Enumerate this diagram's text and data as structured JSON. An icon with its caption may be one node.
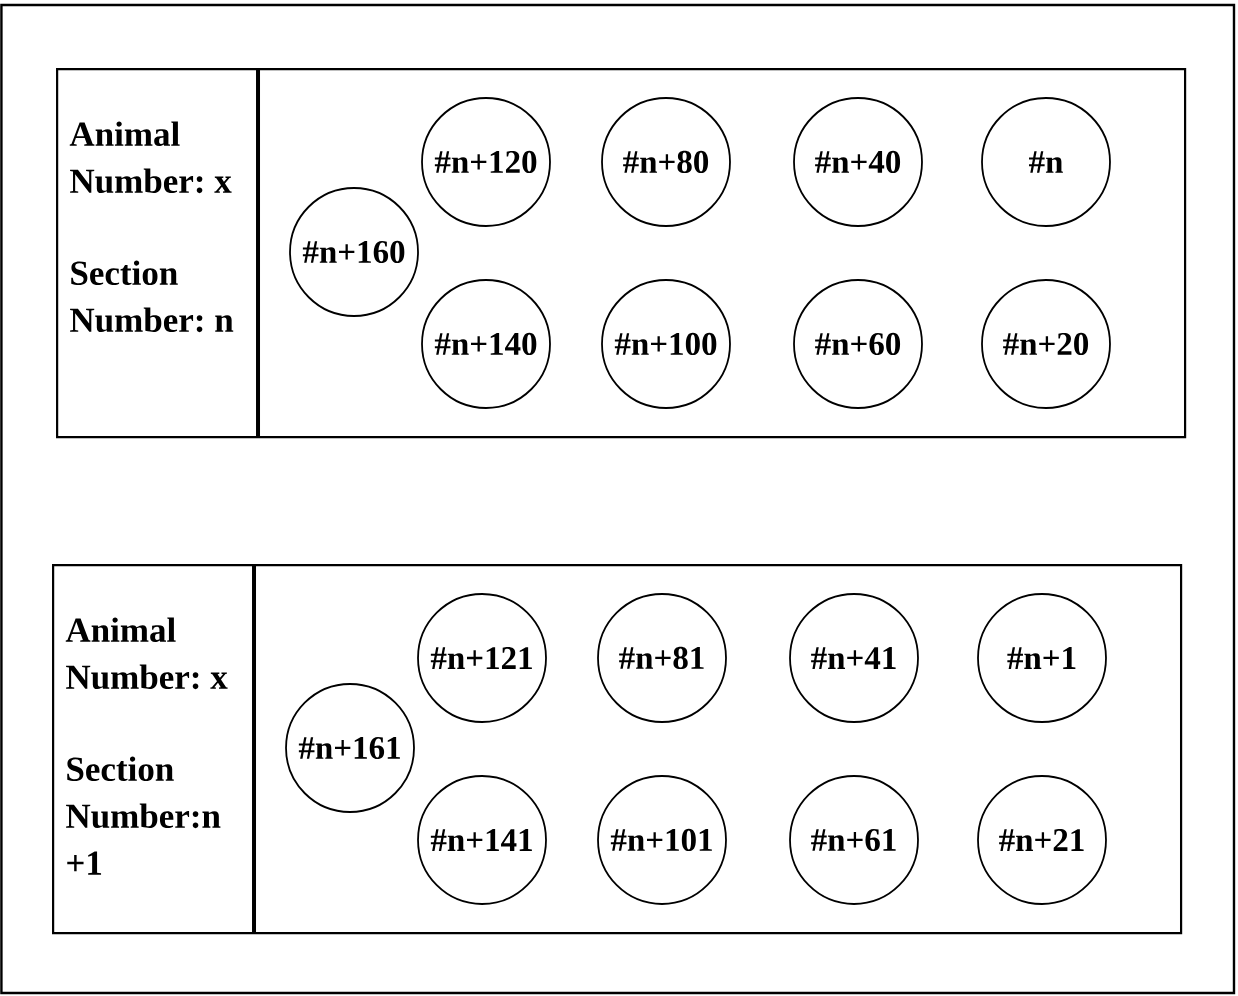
{
  "diagram": {
    "nodes": [
      {
        "text": [
          "Animal Number: x",
          "Section Number: n"
        ]
      },
      {
        "text": [
          "#n+120"
        ],
        "in": 0
      },
      {
        "text": [
          "#n+80"
        ],
        "in": 0
      },
      {
        "text": [
          "#n+40"
        ],
        "in": 0
      },
      {
        "text": [
          "#n"
        ],
        "in": 0
      },
      {
        "text": [
          "#n+160"
        ],
        "in": 0
      },
      {
        "text": [
          "#n+140"
        ],
        "in": 0
      },
      {
        "text": [
          "#n+100"
        ],
        "in": 0
      },
      {
        "text": [
          "#n+60"
        ],
        "in": 0
      },
      {
        "text": [
          "#n+20"
        ],
        "in": 0
      },
      {
        "text": [
          "Animal Number: x",
          "Section Number:n +1"
        ]
      },
      {
        "text": [
          "#n+121"
        ],
        "in": 10
      },
      {
        "text": [
          "#n+81"
        ],
        "in": 10
      },
      {
        "text": [
          "#n+41"
        ],
        "in": 10
      },
      {
        "text": [
          "#n+1"
        ],
        "in": 10
      },
      {
        "text": [
          "#n+161"
        ],
        "in": 10
      },
      {
        "text": [
          "#n+141"
        ],
        "in": 10
      },
      {
        "text": [
          "#n+101"
        ],
        "in": 10
      },
      {
        "text": [
          "#n+61"
        ],
        "in": 10
      },
      {
        "text": [
          "#n+21"
        ],
        "in": 10
      }
    ]
  }
}
